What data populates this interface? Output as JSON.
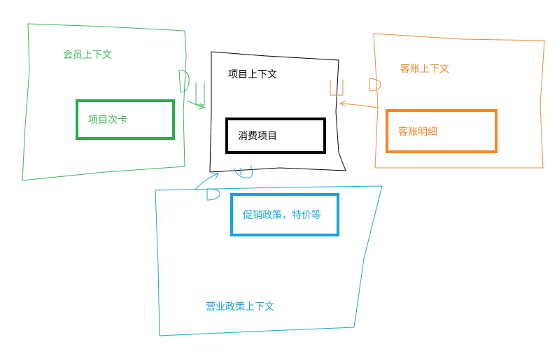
{
  "colors": {
    "member": "#3cb55a",
    "project": "#000000",
    "guest": "#f08a30",
    "policy": "#1ea4d8",
    "member_box": "#2ea84d",
    "guest_box": "#f5852a",
    "policy_box": "#12a3e0"
  },
  "contexts": {
    "member": {
      "title": "会员上下文",
      "entity": "项目次卡"
    },
    "project": {
      "title": "项目上下文",
      "entity": "消费项目"
    },
    "guest": {
      "title": "客账上下文",
      "entity": "客账明细"
    },
    "policy": {
      "title": "营业政策上下文",
      "entity": "促销政策，特价等"
    }
  }
}
